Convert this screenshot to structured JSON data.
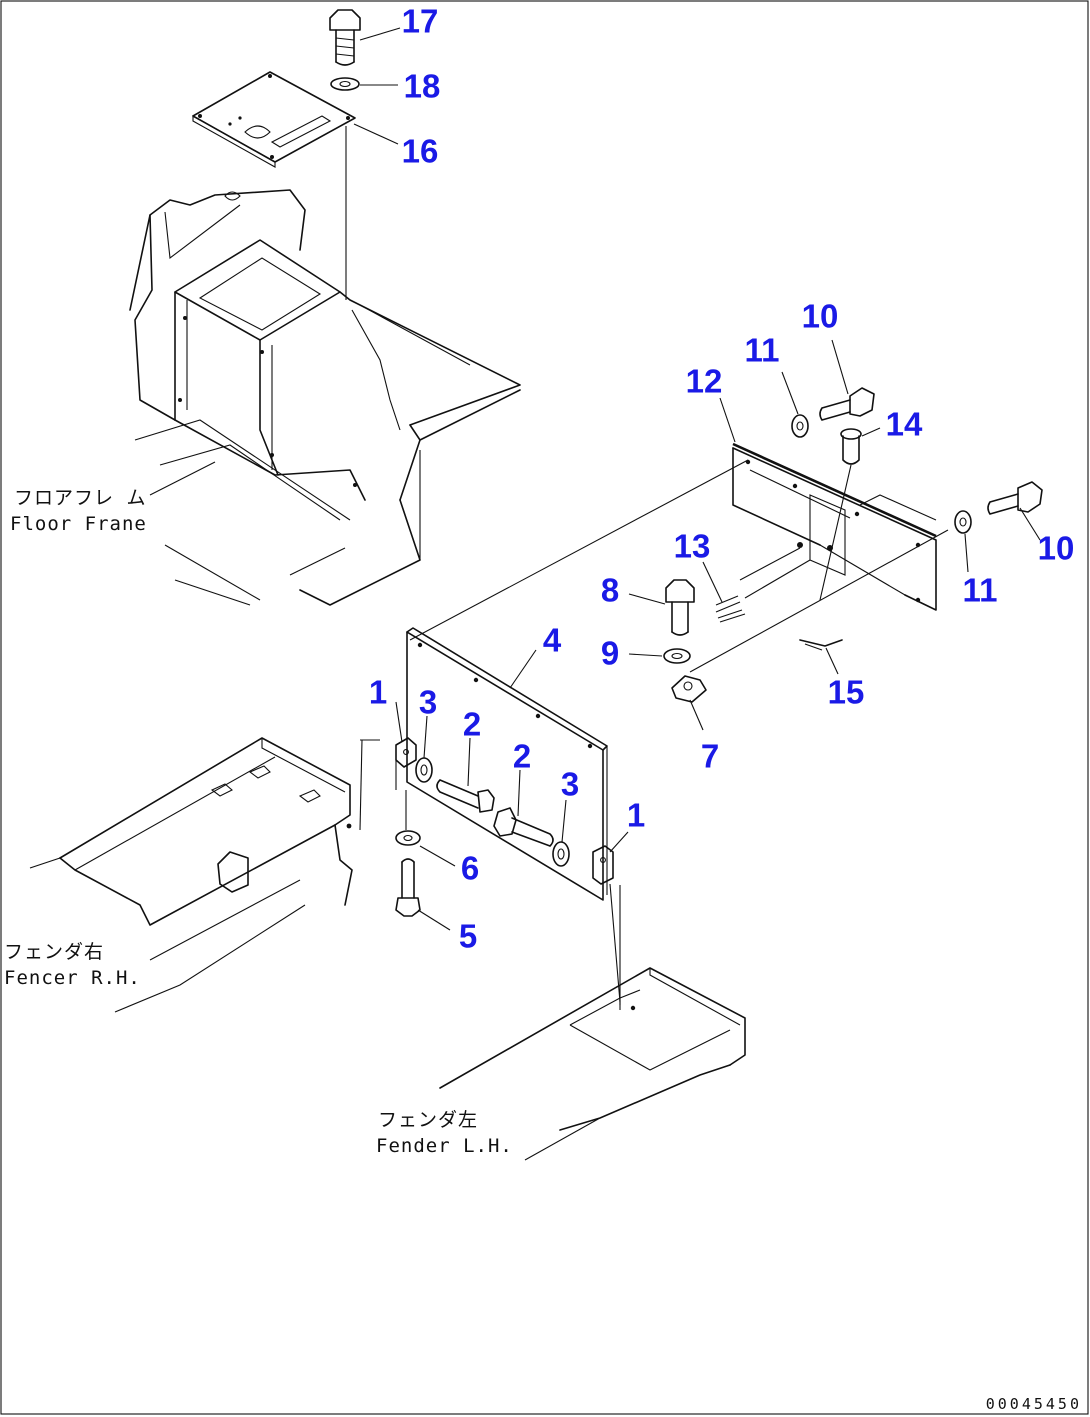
{
  "callouts": {
    "c1a": "1",
    "c1b": "1",
    "c2a": "2",
    "c2b": "2",
    "c3a": "3",
    "c3b": "3",
    "c4": "4",
    "c5": "5",
    "c6": "6",
    "c7": "7",
    "c8": "8",
    "c9": "9",
    "c10a": "10",
    "c10b": "10",
    "c11a": "11",
    "c11b": "11",
    "c12": "12",
    "c13": "13",
    "c14": "14",
    "c15": "15",
    "c16": "16",
    "c17": "17",
    "c18": "18"
  },
  "labels": {
    "floor_frame_jp": "フロアフレ ム",
    "floor_frame_en": "Floor Frane",
    "fender_rh_jp": "フェンダ右",
    "fender_rh_en": "Fencer R.H.",
    "fender_lh_jp": "フェンダ左",
    "fender_lh_en": "Fender L.H."
  },
  "drawing_code": "00045450",
  "colors": {
    "callout": "#1a1ae6",
    "line": "#111111",
    "background": "#ffffff"
  }
}
